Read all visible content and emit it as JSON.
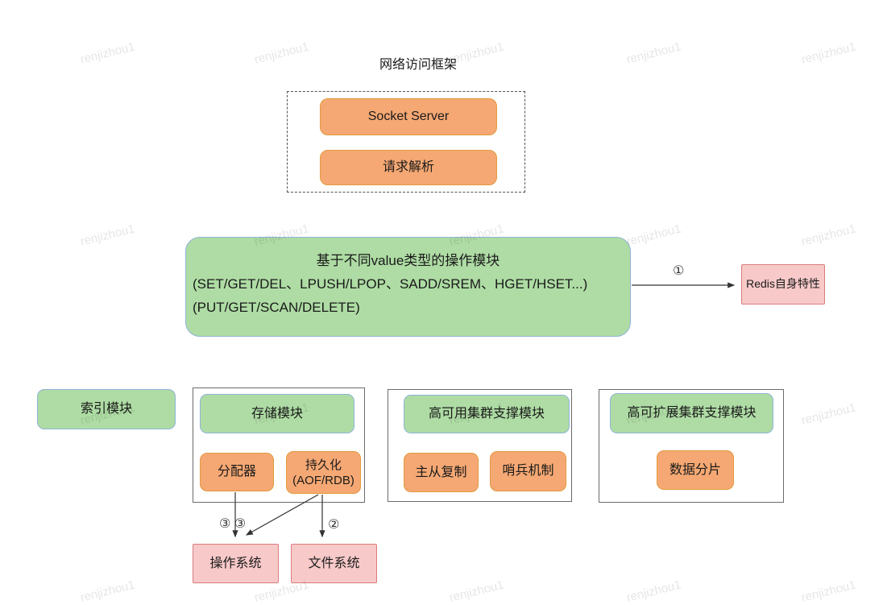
{
  "colors": {
    "orange_fill": "#F5A873",
    "orange_border": "#E29A3F",
    "green_fill": "#AEDCA4",
    "green_border": "#8FB4D8",
    "pink_fill": "#F8C9C9",
    "pink_border": "#D97C7C",
    "container_border": "#6B6B6B",
    "arrow": "#333333"
  },
  "watermark": {
    "text": "renjizhou1"
  },
  "diagram": {
    "title": "网络访问框架",
    "network_frame": {
      "socket_server": "Socket Server",
      "request_parse": "请求解析"
    },
    "op_module": {
      "title": "基于不同value类型的操作模块",
      "commands_line": "(SET/GET/DEL、LPUSH/LPOP、SADD/SREM、HGET/HSET...)",
      "kv_line": "(PUT/GET/SCAN/DELETE)"
    },
    "redis_feature": "Redis自身特性",
    "index_module": "索引模块",
    "storage": {
      "title": "存储模块",
      "allocator": "分配器",
      "persistence_line1": "持久化",
      "persistence_line2": "(AOF/RDB)"
    },
    "ha_cluster": {
      "title": "高可用集群支撑模块",
      "master_slave": "主从复制",
      "sentinel": "哨兵机制"
    },
    "scalable_cluster": {
      "title": "高可扩展集群支撑模块",
      "sharding": "数据分片"
    },
    "os_box": "操作系统",
    "fs_box": "文件系统",
    "arrow_labels": {
      "to_redis_feature": "①",
      "to_fs": "②",
      "to_os": "③ ③"
    }
  }
}
